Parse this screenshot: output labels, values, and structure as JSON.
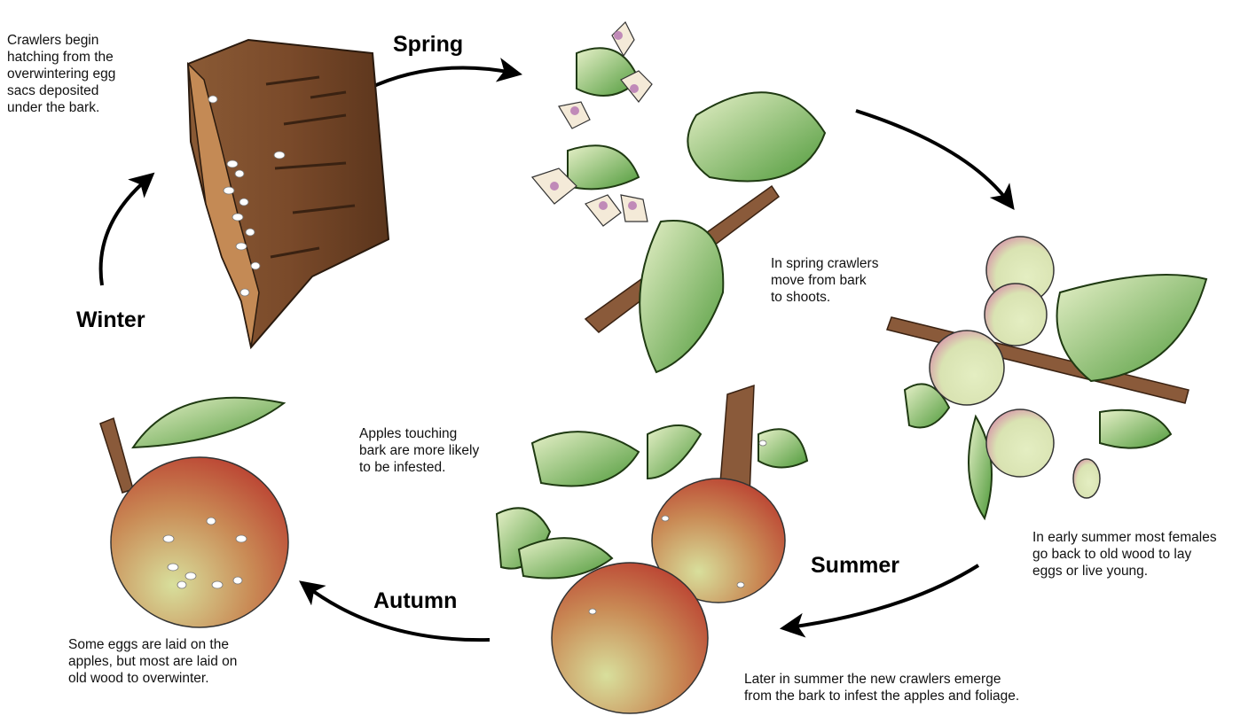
{
  "seasons": {
    "spring": "Spring",
    "summer": "Summer",
    "autumn": "Autumn",
    "winter": "Winter"
  },
  "captions": {
    "winter_bark": "Crawlers begin\nhatching from the\noverwintering egg\nsacs deposited\nunder the bark.",
    "spring_shoots": "In spring crawlers\nmove from bark\nto shoots.",
    "early_summer": "In early summer most females\ngo back to old wood to lay\neggs or live young.",
    "late_summer": "Later in summer the new crawlers emerge\nfrom the bark to infest the apples and foliage.",
    "apples_bark": "Apples touching\nbark are more likely\nto be infested.",
    "autumn_eggs": "Some eggs are laid on the\napples, but most are laid on\nold wood to overwinter."
  },
  "colors": {
    "bark": "#6b4226",
    "leaf": "#6fae4a",
    "blossom": "#f4ead8",
    "fruit_green": "#cfe0a4",
    "fruit_red": "#c23a2a",
    "arrow": "#000000"
  }
}
